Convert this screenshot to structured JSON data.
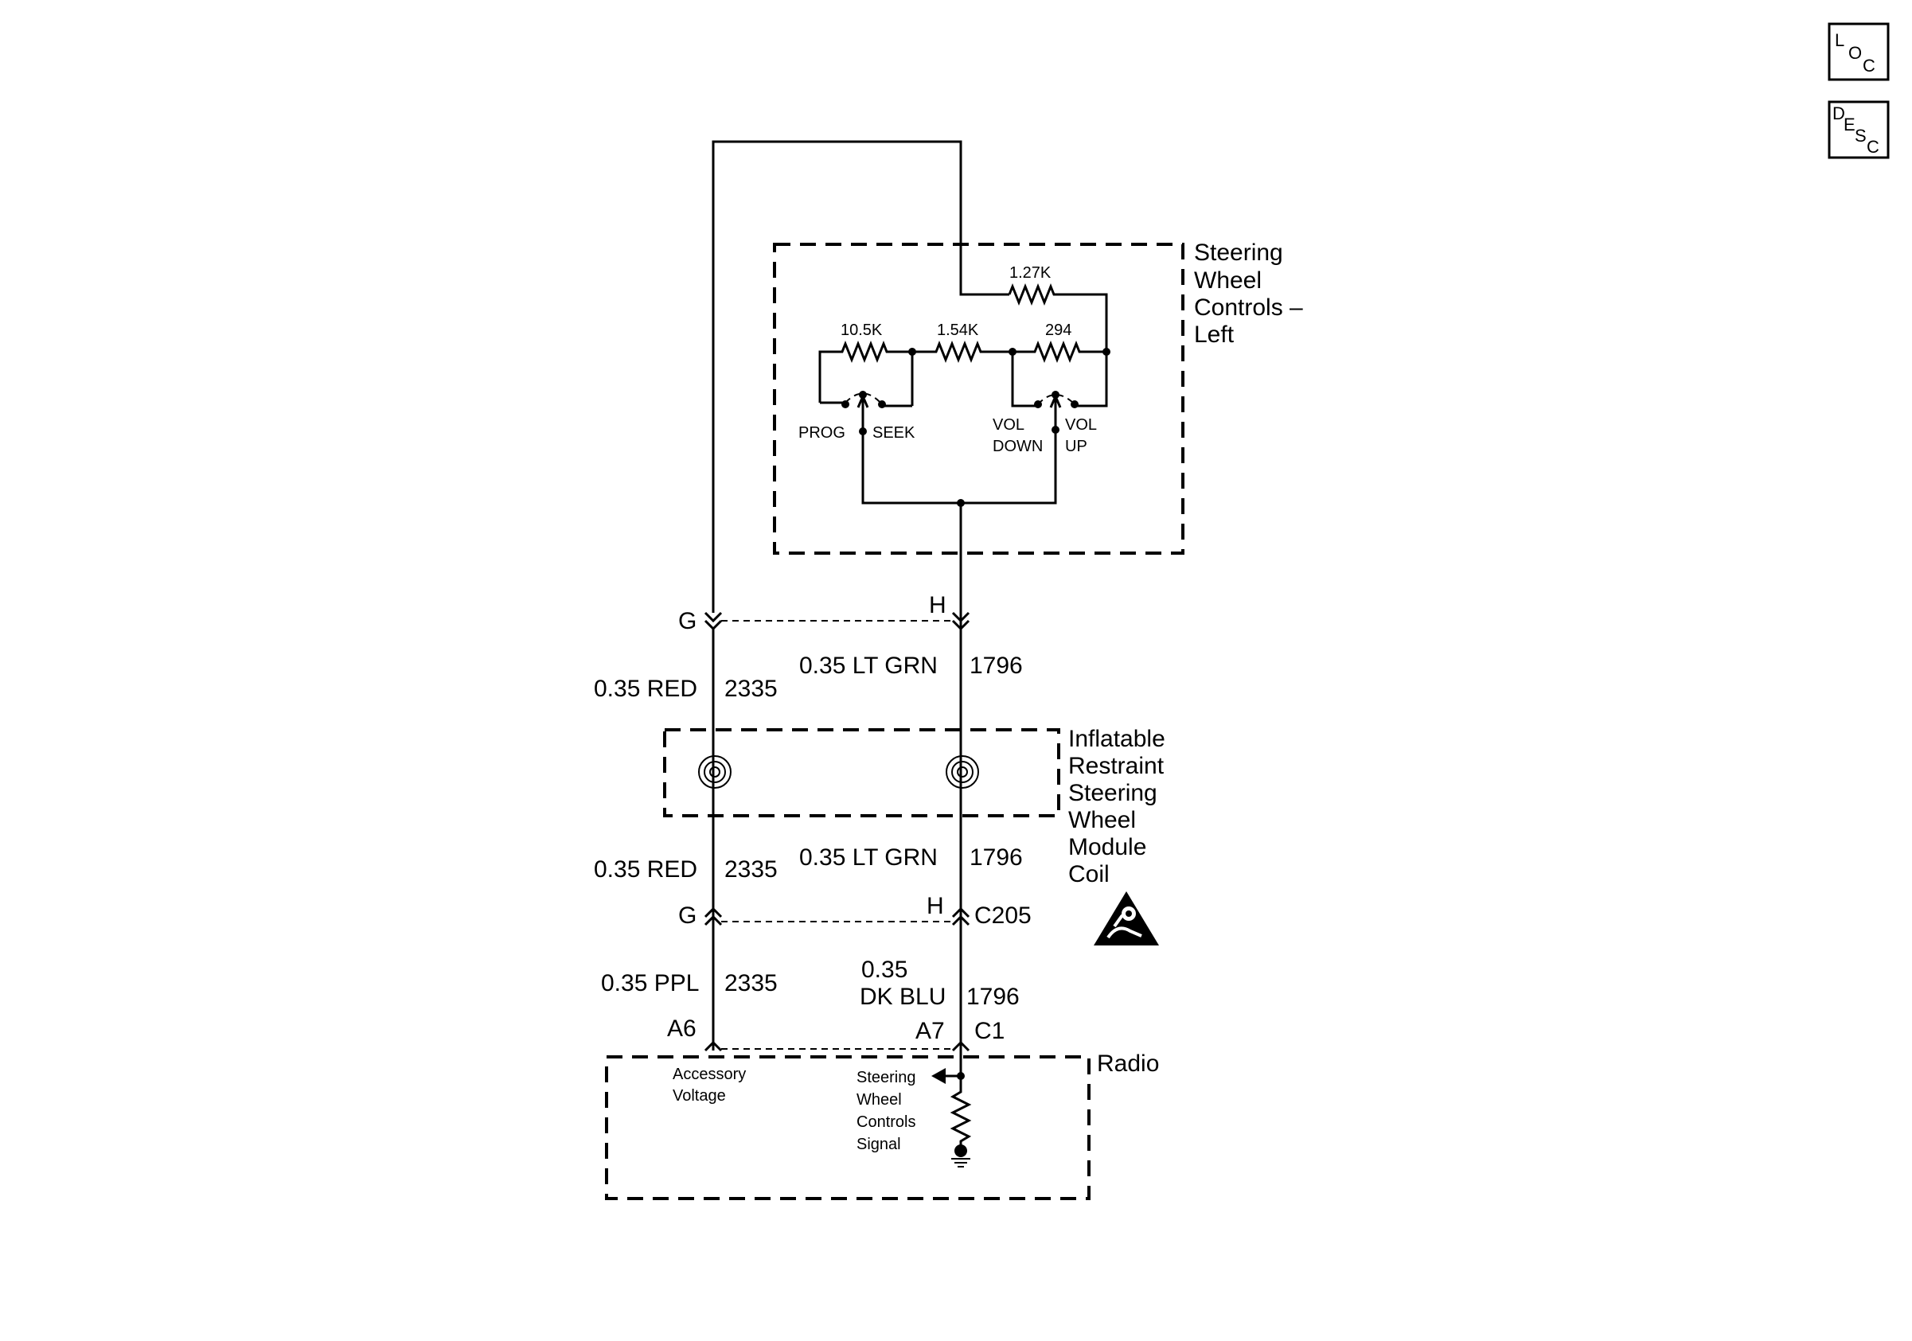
{
  "nav_buttons": {
    "loc": {
      "c1": "L",
      "c2": "O",
      "c3": "C"
    },
    "desc": {
      "c1": "D",
      "c2": "E",
      "c3": "S",
      "c4": "C"
    }
  },
  "swc_left": {
    "label_lines": [
      "Steering",
      "Wheel",
      "Controls –",
      "Left"
    ],
    "resistors": {
      "r1": "1.27K",
      "r2": "10.5K",
      "r3": "1.54K",
      "r4": "294"
    },
    "switches": {
      "prog": "PROG",
      "seek": "SEEK",
      "vol_down": [
        "VOL",
        "DOWN"
      ],
      "vol_up": [
        "VOL",
        "UP"
      ]
    }
  },
  "connectors": {
    "top": {
      "left_pin": "G",
      "right_pin": "H"
    },
    "c205": {
      "left_pin": "G",
      "right_pin": "H",
      "name": "C205"
    },
    "radio": {
      "left_pin": "A6",
      "right_pin": "A7",
      "name": "C1"
    }
  },
  "wires": {
    "left_upper": {
      "gauge_color": "0.35 RED",
      "circuit": "2335"
    },
    "right_upper": {
      "gauge_color": "0.35 LT GRN",
      "circuit": "1796"
    },
    "left_middle": {
      "gauge_color": "0.35 RED",
      "circuit": "2335"
    },
    "right_middle": {
      "gauge_color": "0.35 LT GRN",
      "circuit": "1796"
    },
    "left_lower": {
      "gauge_color": "0.35 PPL",
      "circuit": "2335"
    },
    "right_lower": {
      "gauge_line1": "0.35",
      "gauge_line2": "DK BLU",
      "circuit": "1796"
    }
  },
  "coil": {
    "label_lines": [
      "Inflatable",
      "Restraint",
      "Steering",
      "Wheel",
      "Module",
      "Coil"
    ]
  },
  "radio": {
    "label": "Radio",
    "accessory_lines": [
      "Accessory",
      "Voltage"
    ],
    "signal_lines": [
      "Steering",
      "Wheel",
      "Controls",
      "Signal"
    ]
  }
}
